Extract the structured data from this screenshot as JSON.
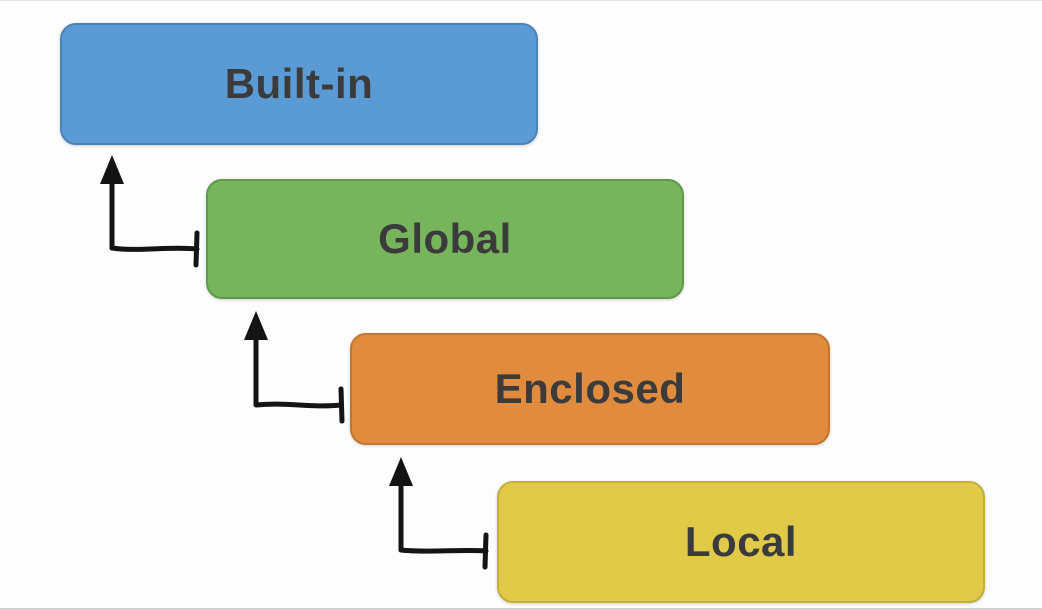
{
  "diagram": {
    "background": "#fdfdfd",
    "text_color": "#3b3b3b",
    "arrow_color": "#141414",
    "boxes": [
      {
        "label": "Built-in",
        "fill": "#5b9bd5",
        "border": "#4c84b6"
      },
      {
        "label": "Global",
        "fill": "#77b55d",
        "border": "#61994a"
      },
      {
        "label": "Enclosed",
        "fill": "#e08b3d",
        "border": "#c1772f"
      },
      {
        "label": "Local",
        "fill": "#e2ca49",
        "border": "#c4ad38"
      }
    ],
    "arrows": [
      {
        "name": "global-to-builtin"
      },
      {
        "name": "enclosed-to-global"
      },
      {
        "name": "local-to-enclosed"
      }
    ]
  }
}
